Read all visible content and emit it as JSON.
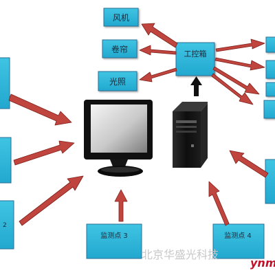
{
  "diagram": {
    "control_box": {
      "label": "工控箱"
    },
    "outputs": [
      {
        "id": "fan",
        "label": "风机"
      },
      {
        "id": "curtain",
        "label": "卷帘"
      },
      {
        "id": "lighting",
        "label": "光照"
      }
    ],
    "right_outputs_partial": [
      {
        "id": "right-output-1",
        "label": ""
      },
      {
        "id": "right-output-2",
        "label": ""
      },
      {
        "id": "right-output-3",
        "label": ""
      },
      {
        "id": "right-output-4",
        "label": ""
      }
    ],
    "monitoring_points": [
      {
        "id": "mp1",
        "label": ""
      },
      {
        "id": "mp-left-2",
        "label": ""
      },
      {
        "id": "mp2",
        "label": "2"
      },
      {
        "id": "mp3",
        "label": "监测点 3"
      },
      {
        "id": "mp4",
        "label": "监测点 4"
      },
      {
        "id": "mp-right-partial",
        "label": ""
      }
    ]
  },
  "watermark": {
    "text": "北京华盛光科技",
    "brand": "ynm"
  },
  "colors": {
    "box_fill": "#33b7d9",
    "box_border": "#2a6f99",
    "arrow_fill": "#c0453f",
    "arrow_stroke": "#7f1f1a",
    "monitor_bezel": "#111111",
    "monitor_screen_light": "#f0f0f0",
    "tower": "#141414",
    "up_arrow": "#101010"
  }
}
